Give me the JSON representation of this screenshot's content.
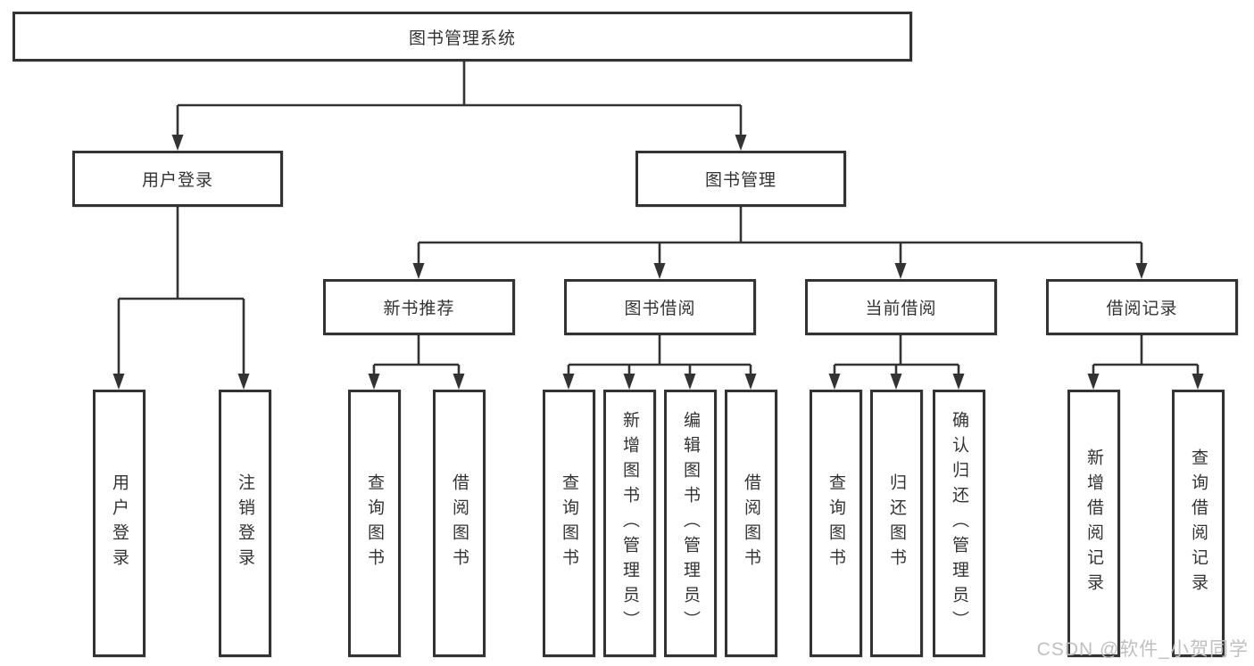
{
  "nodes": {
    "root": "图书管理系统",
    "level2": [
      "用户登录",
      "图书管理"
    ],
    "level3": [
      "新书推荐",
      "图书借阅",
      "当前借阅",
      "借阅记录"
    ],
    "leaves": [
      "用户登录",
      "注销登录",
      "查询图书",
      "借阅图书",
      "查询图书",
      "新增图书（管理员）",
      "编辑图书（管理员）",
      "借阅图书",
      "查询图书",
      "归还图书",
      "确认归还（管理员）",
      "新增借阅记录",
      "查询借阅记录"
    ]
  },
  "tree": {
    "label": "图书管理系统",
    "children": [
      {
        "label": "用户登录",
        "children": [
          {
            "label": "用户登录"
          },
          {
            "label": "注销登录"
          }
        ]
      },
      {
        "label": "图书管理",
        "children": [
          {
            "label": "新书推荐",
            "children": [
              {
                "label": "查询图书"
              },
              {
                "label": "借阅图书"
              }
            ]
          },
          {
            "label": "图书借阅",
            "children": [
              {
                "label": "查询图书"
              },
              {
                "label": "新增图书（管理员）"
              },
              {
                "label": "编辑图书（管理员）"
              },
              {
                "label": "借阅图书"
              }
            ]
          },
          {
            "label": "当前借阅",
            "children": [
              {
                "label": "查询图书"
              },
              {
                "label": "归还图书"
              },
              {
                "label": "确认归还（管理员）"
              }
            ]
          },
          {
            "label": "借阅记录",
            "children": [
              {
                "label": "新增借阅记录"
              },
              {
                "label": "查询借阅记录"
              }
            ]
          }
        ]
      }
    ]
  },
  "watermark": "CSDN @软件_小贺同学",
  "colors": {
    "line": "#333333",
    "text": "#333333",
    "box_background": "#ffffff",
    "watermark": "#bfbfbf"
  }
}
